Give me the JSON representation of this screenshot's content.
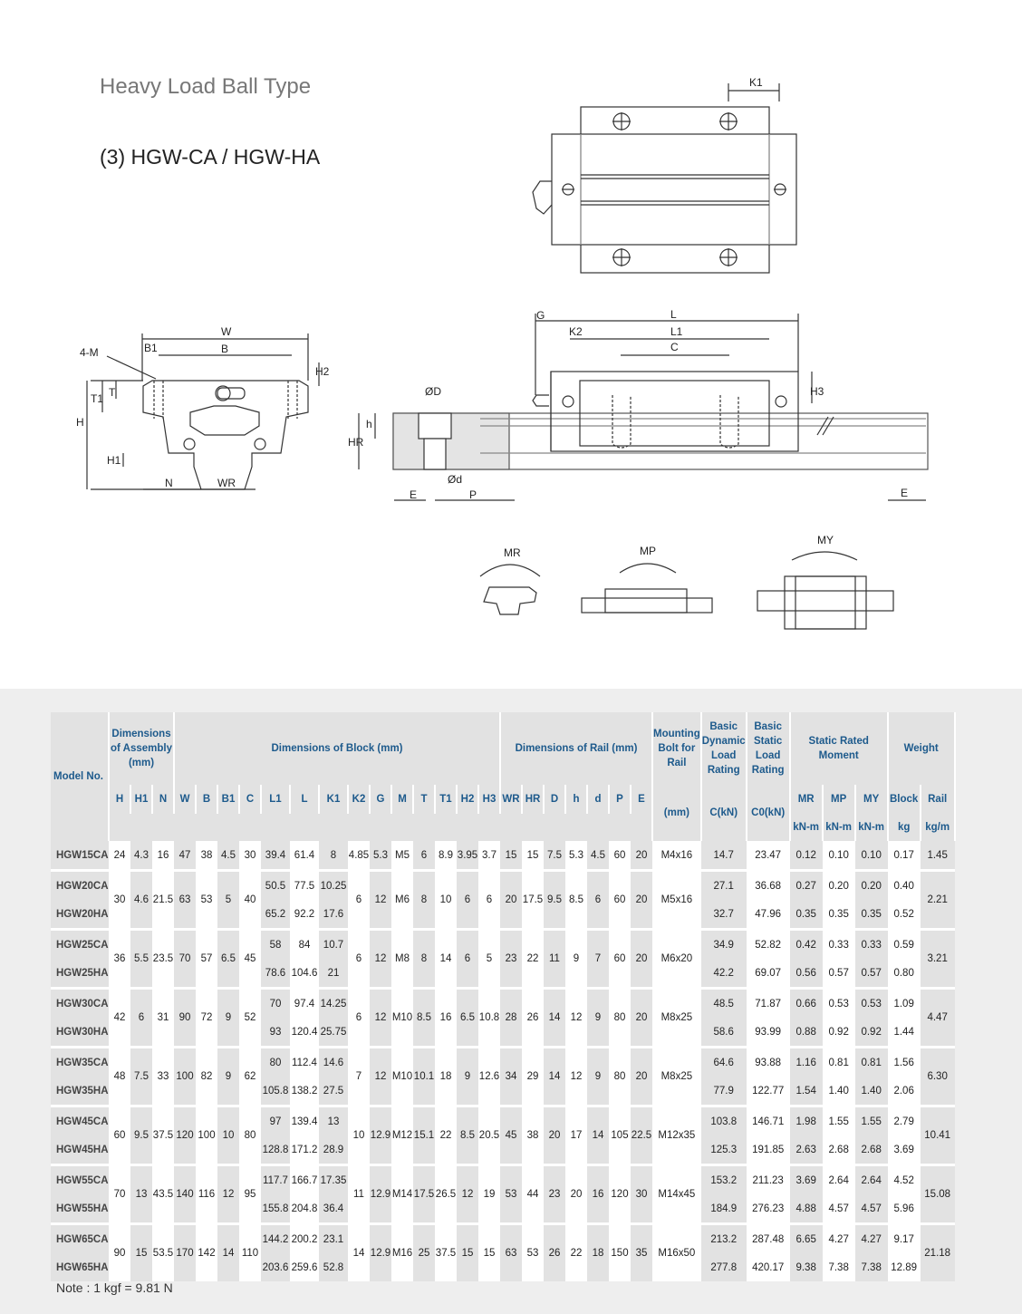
{
  "title": "Heavy Load Ball Type",
  "subtitle": "(3) HGW-CA / HGW-HA",
  "note": "Note : 1 kgf = 9.81 N",
  "drawing_labels": {
    "k1": "K1",
    "w": "W",
    "b": "B",
    "b1": "B1",
    "four_m": "4-M",
    "h2": "H2",
    "t": "T",
    "t1": "T1",
    "h": "H",
    "h1": "H1",
    "n": "N",
    "wr": "WR",
    "g": "G",
    "l": "L",
    "k2": "K2",
    "l1": "L1",
    "c": "C",
    "h3": "H3",
    "phi_d_big": "ØD",
    "h_small": "h",
    "hr": "HR",
    "phi_d_small": "Ød",
    "e": "E",
    "p": "P",
    "e2": "E",
    "mr": "MR",
    "mp": "MP",
    "my": "MY"
  },
  "table": {
    "groups": {
      "model": "Model No.",
      "assembly": "Dimensions of Assembly (mm)",
      "block": "Dimensions of Block (mm)",
      "rail": "Dimensions of Rail (mm)",
      "bolt": "Mounting Bolt for Rail",
      "dynamic": "Basic Dynamic Load Rating",
      "static": "Basic Static Load Rating",
      "moment": "Static Rated Moment",
      "weight": "Weight"
    },
    "cols": {
      "H": "H",
      "H1": "H1",
      "N": "N",
      "W": "W",
      "B": "B",
      "B1": "B1",
      "C": "C",
      "L1": "L1",
      "L": "L",
      "K1": "K1",
      "K2": "K2",
      "G": "G",
      "M": "M",
      "T": "T",
      "T1": "T1",
      "H2": "H2",
      "H3": "H3",
      "WR": "WR",
      "HR": "HR",
      "D": "D",
      "h": "h",
      "d": "d",
      "P": "P",
      "E": "E",
      "bolt_unit": "(mm)",
      "dyn": "C(kN)",
      "stat": "C0(kN)",
      "MR": "MR",
      "MP": "MP",
      "MY": "MY",
      "block": "Block",
      "rail": "Rail",
      "knm1": "kN-m",
      "knm2": "kN-m",
      "knm3": "kN-m",
      "kg": "kg",
      "kgm": "kg/m"
    },
    "groups_data": [
      {
        "H": "24",
        "H1": "4.3",
        "N": "16",
        "W": "47",
        "B": "38",
        "B1": "4.5",
        "C": "30",
        "K2": "4.85",
        "G": "5.3",
        "M": "M5",
        "T": "6",
        "T1": "8.9",
        "H2": "3.95",
        "H3": "3.7",
        "WR": "15",
        "HR": "15",
        "D": "7.5",
        "h": "5.3",
        "d": "4.5",
        "P": "60",
        "E": "20",
        "bolt": "M4x16",
        "rail_w": "1.45",
        "rows": [
          {
            "model": "HGW15CA",
            "L1": "39.4",
            "L": "61.4",
            "K1": "8",
            "dyn": "14.7",
            "stat": "23.47",
            "MR": "0.12",
            "MP": "0.10",
            "MY": "0.10",
            "block": "0.17"
          }
        ]
      },
      {
        "H": "30",
        "H1": "4.6",
        "N": "21.5",
        "W": "63",
        "B": "53",
        "B1": "5",
        "C": "40",
        "K2": "6",
        "G": "12",
        "M": "M6",
        "T": "8",
        "T1": "10",
        "H2": "6",
        "H3": "6",
        "WR": "20",
        "HR": "17.5",
        "D": "9.5",
        "h": "8.5",
        "d": "6",
        "P": "60",
        "E": "20",
        "bolt": "M5x16",
        "rail_w": "2.21",
        "rows": [
          {
            "model": "HGW20CA",
            "L1": "50.5",
            "L": "77.5",
            "K1": "10.25",
            "dyn": "27.1",
            "stat": "36.68",
            "MR": "0.27",
            "MP": "0.20",
            "MY": "0.20",
            "block": "0.40"
          },
          {
            "model": "HGW20HA",
            "L1": "65.2",
            "L": "92.2",
            "K1": "17.6",
            "dyn": "32.7",
            "stat": "47.96",
            "MR": "0.35",
            "MP": "0.35",
            "MY": "0.35",
            "block": "0.52"
          }
        ]
      },
      {
        "H": "36",
        "H1": "5.5",
        "N": "23.5",
        "W": "70",
        "B": "57",
        "B1": "6.5",
        "C": "45",
        "K2": "6",
        "G": "12",
        "M": "M8",
        "T": "8",
        "T1": "14",
        "H2": "6",
        "H3": "5",
        "WR": "23",
        "HR": "22",
        "D": "11",
        "h": "9",
        "d": "7",
        "P": "60",
        "E": "20",
        "bolt": "M6x20",
        "rail_w": "3.21",
        "rows": [
          {
            "model": "HGW25CA",
            "L1": "58",
            "L": "84",
            "K1": "10.7",
            "dyn": "34.9",
            "stat": "52.82",
            "MR": "0.42",
            "MP": "0.33",
            "MY": "0.33",
            "block": "0.59"
          },
          {
            "model": "HGW25HA",
            "L1": "78.6",
            "L": "104.6",
            "K1": "21",
            "dyn": "42.2",
            "stat": "69.07",
            "MR": "0.56",
            "MP": "0.57",
            "MY": "0.57",
            "block": "0.80"
          }
        ]
      },
      {
        "H": "42",
        "H1": "6",
        "N": "31",
        "W": "90",
        "B": "72",
        "B1": "9",
        "C": "52",
        "K2": "6",
        "G": "12",
        "M": "M10",
        "T": "8.5",
        "T1": "16",
        "H2": "6.5",
        "H3": "10.8",
        "WR": "28",
        "HR": "26",
        "D": "14",
        "h": "12",
        "d": "9",
        "P": "80",
        "E": "20",
        "bolt": "M8x25",
        "rail_w": "4.47",
        "rows": [
          {
            "model": "HGW30CA",
            "L1": "70",
            "L": "97.4",
            "K1": "14.25",
            "dyn": "48.5",
            "stat": "71.87",
            "MR": "0.66",
            "MP": "0.53",
            "MY": "0.53",
            "block": "1.09"
          },
          {
            "model": "HGW30HA",
            "L1": "93",
            "L": "120.4",
            "K1": "25.75",
            "dyn": "58.6",
            "stat": "93.99",
            "MR": "0.88",
            "MP": "0.92",
            "MY": "0.92",
            "block": "1.44"
          }
        ]
      },
      {
        "H": "48",
        "H1": "7.5",
        "N": "33",
        "W": "100",
        "B": "82",
        "B1": "9",
        "C": "62",
        "K2": "7",
        "G": "12",
        "M": "M10",
        "T": "10.1",
        "T1": "18",
        "H2": "9",
        "H3": "12.6",
        "WR": "34",
        "HR": "29",
        "D": "14",
        "h": "12",
        "d": "9",
        "P": "80",
        "E": "20",
        "bolt": "M8x25",
        "rail_w": "6.30",
        "rows": [
          {
            "model": "HGW35CA",
            "L1": "80",
            "L": "112.4",
            "K1": "14.6",
            "dyn": "64.6",
            "stat": "93.88",
            "MR": "1.16",
            "MP": "0.81",
            "MY": "0.81",
            "block": "1.56"
          },
          {
            "model": "HGW35HA",
            "L1": "105.8",
            "L": "138.2",
            "K1": "27.5",
            "dyn": "77.9",
            "stat": "122.77",
            "MR": "1.54",
            "MP": "1.40",
            "MY": "1.40",
            "block": "2.06"
          }
        ]
      },
      {
        "H": "60",
        "H1": "9.5",
        "N": "37.5",
        "W": "120",
        "B": "100",
        "B1": "10",
        "C": "80",
        "K2": "10",
        "G": "12.9",
        "M": "M12",
        "T": "15.1",
        "T1": "22",
        "H2": "8.5",
        "H3": "20.5",
        "WR": "45",
        "HR": "38",
        "D": "20",
        "h": "17",
        "d": "14",
        "P": "105",
        "E": "22.5",
        "bolt": "M12x35",
        "rail_w": "10.41",
        "rows": [
          {
            "model": "HGW45CA",
            "L1": "97",
            "L": "139.4",
            "K1": "13",
            "dyn": "103.8",
            "stat": "146.71",
            "MR": "1.98",
            "MP": "1.55",
            "MY": "1.55",
            "block": "2.79"
          },
          {
            "model": "HGW45HA",
            "L1": "128.8",
            "L": "171.2",
            "K1": "28.9",
            "dyn": "125.3",
            "stat": "191.85",
            "MR": "2.63",
            "MP": "2.68",
            "MY": "2.68",
            "block": "3.69"
          }
        ]
      },
      {
        "H": "70",
        "H1": "13",
        "N": "43.5",
        "W": "140",
        "B": "116",
        "B1": "12",
        "C": "95",
        "K2": "11",
        "G": "12.9",
        "M": "M14",
        "T": "17.5",
        "T1": "26.5",
        "H2": "12",
        "H3": "19",
        "WR": "53",
        "HR": "44",
        "D": "23",
        "h": "20",
        "d": "16",
        "P": "120",
        "E": "30",
        "bolt": "M14x45",
        "rail_w": "15.08",
        "rows": [
          {
            "model": "HGW55CA",
            "L1": "117.7",
            "L": "166.7",
            "K1": "17.35",
            "dyn": "153.2",
            "stat": "211.23",
            "MR": "3.69",
            "MP": "2.64",
            "MY": "2.64",
            "block": "4.52"
          },
          {
            "model": "HGW55HA",
            "L1": "155.8",
            "L": "204.8",
            "K1": "36.4",
            "dyn": "184.9",
            "stat": "276.23",
            "MR": "4.88",
            "MP": "4.57",
            "MY": "4.57",
            "block": "5.96"
          }
        ]
      },
      {
        "H": "90",
        "H1": "15",
        "N": "53.5",
        "W": "170",
        "B": "142",
        "B1": "14",
        "C": "110",
        "K2": "14",
        "G": "12.9",
        "M": "M16",
        "T": "25",
        "T1": "37.5",
        "H2": "15",
        "H3": "15",
        "WR": "63",
        "HR": "53",
        "D": "26",
        "h": "22",
        "d": "18",
        "P": "150",
        "E": "35",
        "bolt": "M16x50",
        "rail_w": "21.18",
        "rows": [
          {
            "model": "HGW65CA",
            "L1": "144.2",
            "L": "200.2",
            "K1": "23.1",
            "dyn": "213.2",
            "stat": "287.48",
            "MR": "6.65",
            "MP": "4.27",
            "MY": "4.27",
            "block": "9.17"
          },
          {
            "model": "HGW65HA",
            "L1": "203.6",
            "L": "259.6",
            "K1": "52.8",
            "dyn": "277.8",
            "stat": "420.17",
            "MR": "9.38",
            "MP": "7.38",
            "MY": "7.38",
            "block": "12.89"
          }
        ]
      }
    ]
  }
}
